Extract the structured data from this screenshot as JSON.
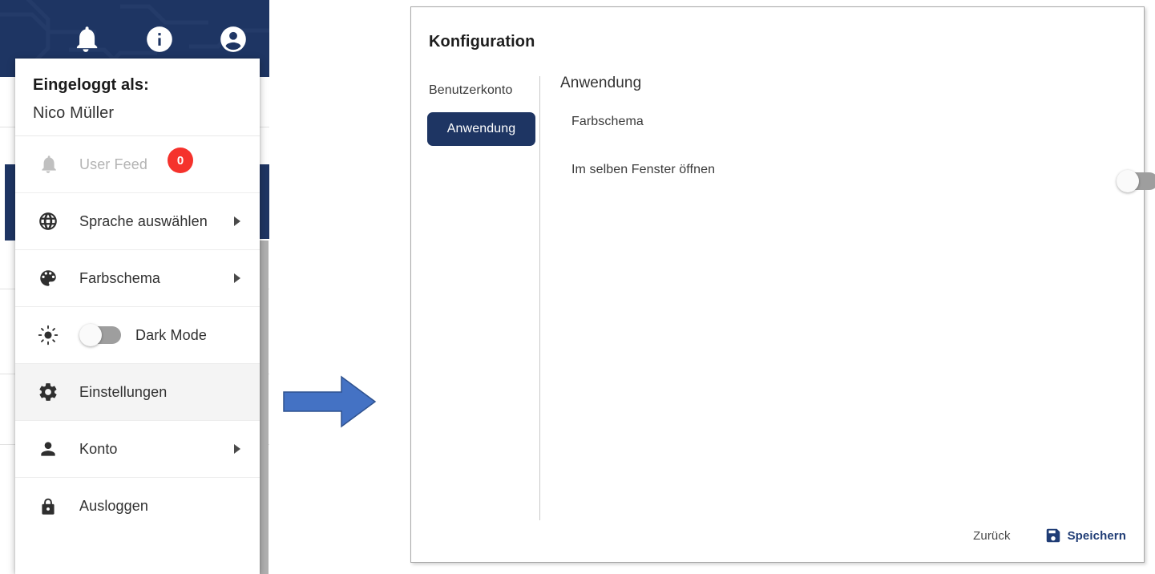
{
  "app": {
    "topbar": {
      "icons": [
        {
          "name": "notifications-bell-icon",
          "label": "Benachrichtigungen"
        },
        {
          "name": "info-circle-icon",
          "label": "Information"
        },
        {
          "name": "account-circle-icon",
          "label": "Konto"
        }
      ]
    }
  },
  "user_menu": {
    "logged_in_as_label": "Eingeloggt als:",
    "user_name": "Nico Müller",
    "items": [
      {
        "icon": "bell-icon",
        "label": "User Feed",
        "badge": "0",
        "disabled": true,
        "submenu": false,
        "toggle": false,
        "highlighted": false
      },
      {
        "icon": "globe-icon",
        "label": "Sprache auswählen",
        "badge": null,
        "disabled": false,
        "submenu": true,
        "toggle": false,
        "highlighted": false
      },
      {
        "icon": "palette-icon",
        "label": "Farbschema",
        "badge": null,
        "disabled": false,
        "submenu": true,
        "toggle": false,
        "highlighted": false
      },
      {
        "icon": "sun-icon",
        "label": "Dark Mode",
        "badge": null,
        "disabled": false,
        "submenu": false,
        "toggle": true,
        "toggle_on": false,
        "highlighted": false
      },
      {
        "icon": "gear-icon",
        "label": "Einstellungen",
        "badge": null,
        "disabled": false,
        "submenu": false,
        "toggle": false,
        "highlighted": true
      },
      {
        "icon": "person-icon",
        "label": "Konto",
        "badge": null,
        "disabled": false,
        "submenu": true,
        "toggle": false,
        "highlighted": false
      },
      {
        "icon": "lock-icon",
        "label": "Ausloggen",
        "badge": null,
        "disabled": false,
        "submenu": false,
        "toggle": false,
        "highlighted": false
      }
    ]
  },
  "arrow": {
    "name": "flow-arrow-right",
    "color": "#4472c4",
    "border_color": "#2f528f"
  },
  "config": {
    "title": "Konfiguration",
    "nav": [
      {
        "label": "Benutzerkonto",
        "active": false
      },
      {
        "label": "Anwendung",
        "active": true
      }
    ],
    "section_title": "Anwendung",
    "rows": [
      {
        "label": "Farbschema",
        "control": "color-swatch",
        "colors": [
          "#1e3264",
          "#46d3b4"
        ]
      },
      {
        "label": "Im selben Fenster öffnen",
        "control": "toggle",
        "toggle_on": false
      }
    ],
    "footer": {
      "back_label": "Zurück",
      "save_label": "Speichern",
      "save_icon": "save-floppy-icon",
      "accent_color": "#1f3c75"
    }
  },
  "colors": {
    "navy": "#1e3563",
    "badge_red": "#f5322c",
    "teal": "#46d3b4"
  }
}
